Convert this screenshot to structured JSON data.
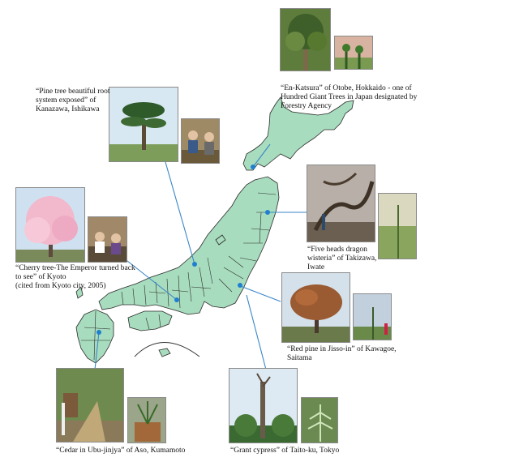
{
  "captions": {
    "pine": [
      "“Pine tree beautiful root",
      "system exposed” of",
      "Kanazawa,  Ishikawa"
    ],
    "katsura": [
      "“En-Katsura” of Otobe,  Hokkaido - one of",
      "Hundred Giant Trees in Japan designated by",
      "Forestry Agency"
    ],
    "wisteria": [
      "“Five heads dragon",
      "wisteria” of Takizawa,",
      "Iwate"
    ],
    "cherry": [
      "“Cherry tree-The Emperor turned back",
      "to see” of Kyoto",
      "(cited from Kyoto city, 2005)"
    ],
    "redpine": [
      "“Red pine in Jisso-in” of Kawagoe,",
      "Saitama"
    ],
    "cedar": [
      "“Cedar in Ubu-jinjya” of Aso,  Kumamoto"
    ],
    "cypress": [
      "“Grant cypress” of  Taito-ku,  Tokyo"
    ]
  },
  "colors": {
    "land": "#a8dcbe",
    "border": "#2a2a2a",
    "leader": "#3a86c8",
    "marker": "#1f7fd0"
  }
}
